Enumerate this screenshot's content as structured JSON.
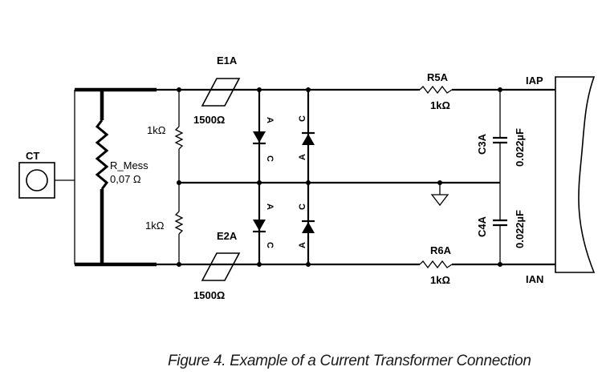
{
  "labels": {
    "ct": "CT",
    "r_mess_name": "R_Mess",
    "r_mess_value": "0,07 Ω",
    "r_top": "1kΩ",
    "r_bottom": "1kΩ",
    "e1a": "E1A",
    "e1a_value": "1500Ω",
    "e2a": "E2A",
    "e2a_value": "1500Ω",
    "r5a": "R5A",
    "r5a_value": "1kΩ",
    "r6a": "R6A",
    "r6a_value": "1kΩ",
    "c3a": "C3A",
    "c3a_value": "0.022µF",
    "c4a": "C4A",
    "c4a_value": "0.022µF",
    "iap": "IAP",
    "ian": "IAN",
    "diode_a": "A",
    "diode_c": "C"
  },
  "caption": "Figure 4. Example of a Current Transformer Connection"
}
